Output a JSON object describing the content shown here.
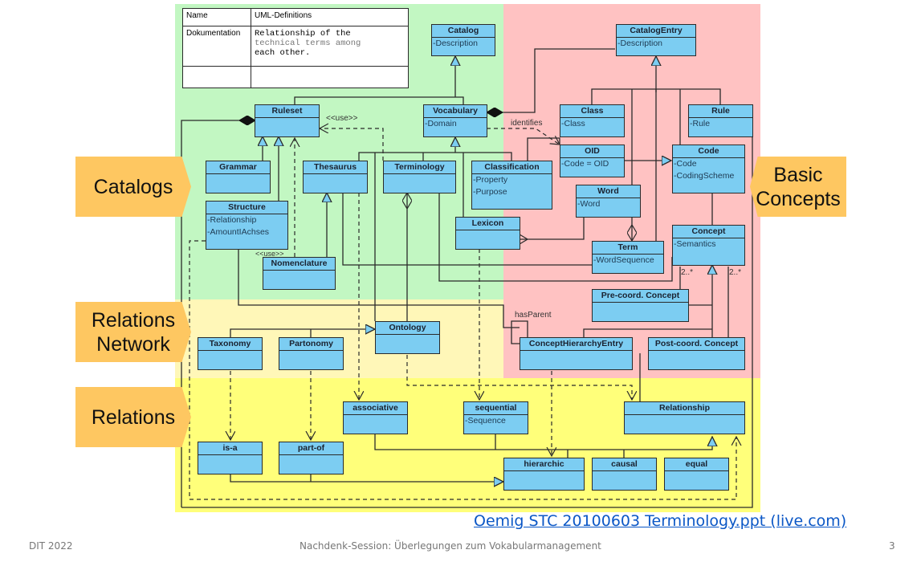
{
  "slide": {
    "colors": {
      "catalog_region": "#c2f7c2",
      "basic_concepts_region": "#ffc2c2",
      "relations_network_region": "#fff7b8",
      "relations_region": "#ffff7a",
      "class_fill": "#7ccdf2",
      "tag_fill": "#fec761",
      "link": "#0b57c6"
    },
    "meta_table": {
      "rows": [
        {
          "key": "Name",
          "value": "UML-Definitions"
        },
        {
          "key": "Dokumentation",
          "value_lines": [
            "Relationship of the",
            "technical terms among",
            "each other."
          ]
        },
        {
          "key": "",
          "value": ""
        }
      ]
    },
    "tags": {
      "catalogs": "Catalogs",
      "basic_concepts": [
        "Basic",
        "Concepts"
      ],
      "relations_network": [
        "Relations",
        "Network"
      ],
      "relations": "Relations"
    },
    "classes": {
      "catalog": {
        "name": "Catalog",
        "attrs": [
          "-Description"
        ]
      },
      "catalog_entry": {
        "name": "CatalogEntry",
        "attrs": [
          "-Description"
        ]
      },
      "ruleset": {
        "name": "Ruleset",
        "attrs": []
      },
      "vocabulary": {
        "name": "Vocabulary",
        "attrs": [
          "-Domain"
        ]
      },
      "class": {
        "name": "Class",
        "attrs": [
          "-Class"
        ]
      },
      "rule": {
        "name": "Rule",
        "attrs": [
          "-Rule"
        ]
      },
      "grammar": {
        "name": "Grammar",
        "attrs": []
      },
      "thesaurus": {
        "name": "Thesaurus",
        "attrs": []
      },
      "terminology": {
        "name": "Terminology",
        "attrs": []
      },
      "classification": {
        "name": "Classification",
        "attrs": [
          "-Property",
          "-Purpose"
        ]
      },
      "oid": {
        "name": "OID",
        "attrs": [
          "-Code = OID"
        ]
      },
      "code": {
        "name": "Code",
        "attrs": [
          "-Code",
          "-CodingScheme"
        ]
      },
      "structure": {
        "name": "Structure",
        "attrs": [
          "-Relationship",
          "-AmountIAchses"
        ]
      },
      "word": {
        "name": "Word",
        "attrs": [
          "-Word"
        ]
      },
      "lexicon": {
        "name": "Lexicon",
        "attrs": []
      },
      "term": {
        "name": "Term",
        "attrs": [
          "-WordSequence"
        ]
      },
      "concept": {
        "name": "Concept",
        "attrs": [
          "-Semantics"
        ]
      },
      "nomenclature": {
        "name": "Nomenclature",
        "attrs": []
      },
      "pre_coord": {
        "name": "Pre-coord. Concept",
        "attrs": []
      },
      "ontology": {
        "name": "Ontology",
        "attrs": []
      },
      "taxonomy": {
        "name": "Taxonomy",
        "attrs": []
      },
      "partonomy": {
        "name": "Partonomy",
        "attrs": []
      },
      "concept_hierarchy_entry": {
        "name": "ConceptHierarchyEntry",
        "attrs": []
      },
      "post_coord": {
        "name": "Post-coord. Concept",
        "attrs": []
      },
      "associative": {
        "name": "associative",
        "attrs": []
      },
      "sequential": {
        "name": "sequential",
        "attrs": [
          "-Sequence"
        ]
      },
      "relationship": {
        "name": "Relationship",
        "attrs": []
      },
      "is_a": {
        "name": "is-a",
        "attrs": []
      },
      "part_of": {
        "name": "part-of",
        "attrs": []
      },
      "hierarchic": {
        "name": "hierarchic",
        "attrs": []
      },
      "causal": {
        "name": "causal",
        "attrs": []
      },
      "equal": {
        "name": "equal",
        "attrs": []
      }
    },
    "edge_labels": {
      "use_top": "<<use>>",
      "use_bottom": "<<use>>",
      "identifies": "identifies",
      "has_parent": "hasParent",
      "mult_left": "2..*",
      "mult_right": "2..*"
    },
    "source_link": "Oemig STC 20100603 Terminology.ppt (live.com)",
    "footer": {
      "left": "DIT 2022",
      "center": "Nachdenk-Session: Überlegungen zum Vokabularmanagement",
      "page": "3"
    }
  }
}
